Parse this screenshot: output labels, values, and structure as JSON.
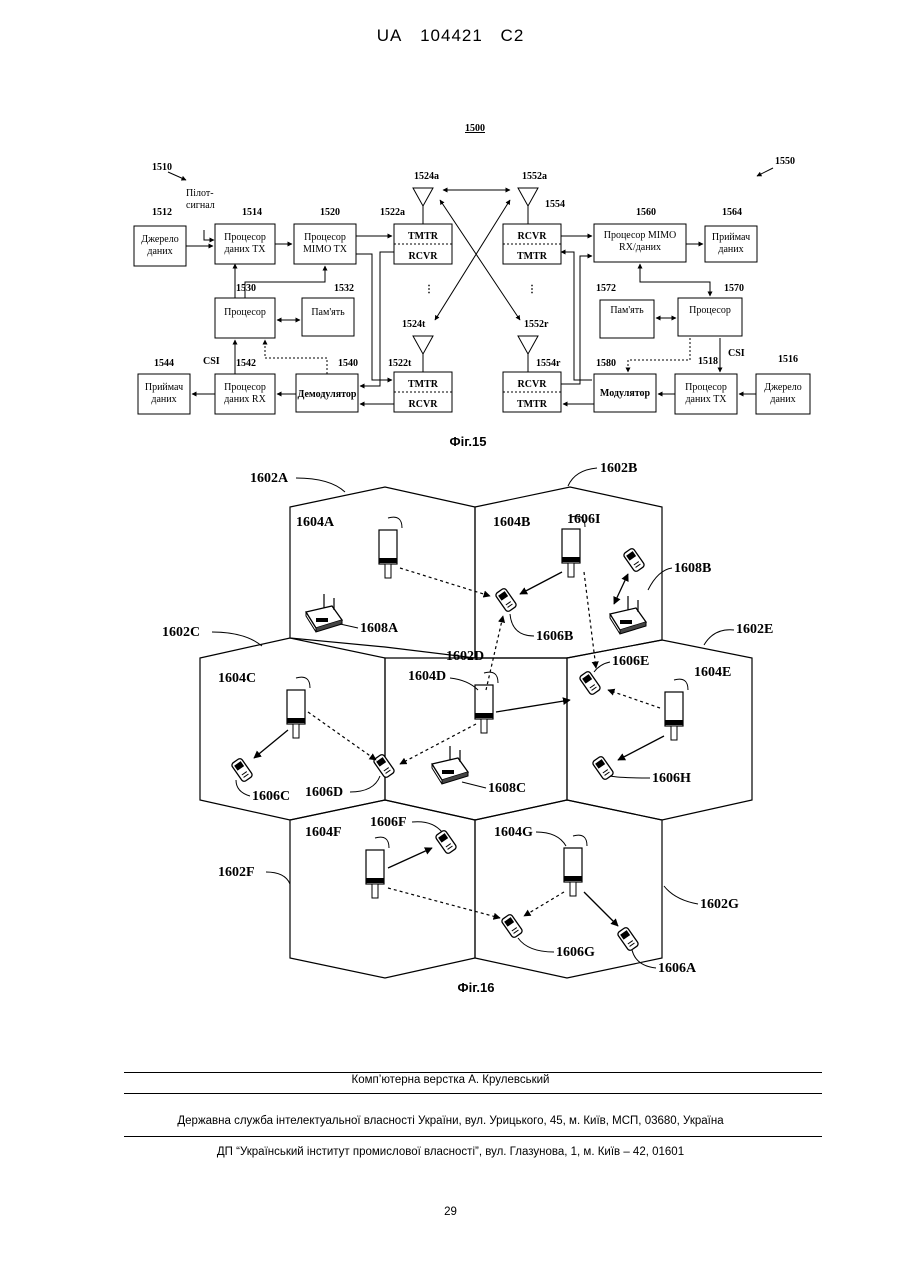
{
  "header": {
    "country": "UA",
    "number": "104421",
    "kind": "C2"
  },
  "fig15": {
    "id": "1500",
    "caption": "Фіг.15",
    "refs": {
      "r1510": "1510",
      "r1550": "1550",
      "r1512": "1512",
      "r1514": "1514",
      "r1520": "1520",
      "r1522a": "1522a",
      "r1524a": "1524a",
      "r1552a": "1552a",
      "r1554": "1554",
      "r1560": "1560",
      "r1564": "1564",
      "r1530": "1530",
      "r1532": "1532",
      "r1572": "1572",
      "r1570": "1570",
      "r1524t": "1524t",
      "r1552r": "1552r",
      "r1544": "1544",
      "r1542": "1542",
      "r1540": "1540",
      "r1522t": "1522t",
      "r1554r": "1554r",
      "r1580": "1580",
      "r1518": "1518",
      "r1516": "1516"
    },
    "pilot": [
      "Пілот-",
      "сигнал"
    ],
    "csi": "CSI",
    "boxes": {
      "src1": [
        "Джерело",
        "даних"
      ],
      "txproc": [
        "Процесор",
        "даних TX"
      ],
      "mimotx": [
        "Процесор",
        "MIMO TX"
      ],
      "proc1": "Процесор",
      "mem1": "Пам'ять",
      "sink1": [
        "Приймач",
        "даних"
      ],
      "rxproc1": [
        "Процесор",
        "даних RX"
      ],
      "demod": "Демодулятор",
      "tmtr": "TMTR",
      "rcvr": "RCVR",
      "mimorx": [
        "Процесор MIMO",
        "RX/даних"
      ],
      "sink2": [
        "Приймач",
        "даних"
      ],
      "mem2": "Пам'ять",
      "proc2": "Процесор",
      "mod": "Модулятор",
      "txproc2": [
        "Процесор",
        "даних TX"
      ],
      "src2": [
        "Джерело",
        "даних"
      ]
    }
  },
  "fig16": {
    "caption": "Фіг.16",
    "cells": {
      "c1602A": "1602A",
      "c1602B": "1602B",
      "c1602C": "1602C",
      "c1602D": "1602D",
      "c1602E": "1602E",
      "c1602F": "1602F",
      "c1602G": "1602G"
    },
    "labels": {
      "l1604A": "1604A",
      "l1604B": "1604B",
      "l1606I": "1606I",
      "l1608B": "1608B",
      "l1608A": "1608A",
      "l1606B": "1606B",
      "l1604C": "1604C",
      "l1604D": "1604D",
      "l1606E": "1606E",
      "l1604E": "1604E",
      "l1606C": "1606C",
      "l1606D": "1606D",
      "l1608C": "1608C",
      "l1606H": "1606H",
      "l1604F": "1604F",
      "l1606F": "1606F",
      "l1604G": "1604G",
      "l1606G": "1606G",
      "l1606A": "1606A"
    }
  },
  "footer": {
    "typesetting": "Комп’ютерна верстка А. Крулевський",
    "service": "Державна служба інтелектуальної власності України, вул. Урицького, 45, м. Київ, МСП, 03680, Україна",
    "institute": "ДП “Український інститут промислової власності”, вул. Глазунова, 1, м. Київ – 42, 01601",
    "page": "29"
  }
}
